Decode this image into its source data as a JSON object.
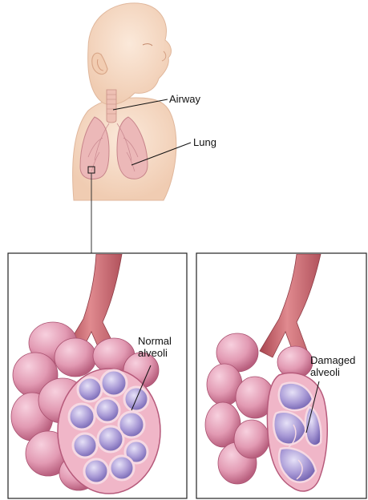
{
  "labels": {
    "airway": "Airway",
    "lung": "Lung",
    "normal_alveoli": [
      "Normal",
      "alveoli"
    ],
    "damaged_alveoli": [
      "Damaged",
      "alveoli"
    ]
  },
  "colors": {
    "skin": "#f6dcc6",
    "skin_outline": "#d8a98c",
    "lung": "#e8b0b4",
    "lung_outline": "#c77e86",
    "tissue": "#e39fb4",
    "tissue_dark": "#b85a7e",
    "cell": "#8f7fc7",
    "cell_light": "#d9d3f2",
    "bronchus": "#c9606a",
    "panel_border": "#222222"
  }
}
